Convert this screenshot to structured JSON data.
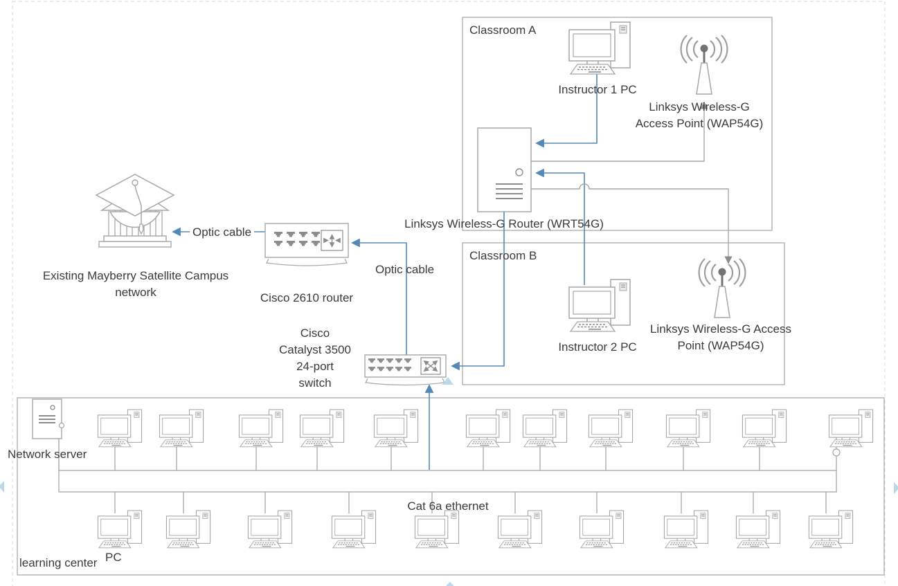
{
  "diagram_title": "Campus classroom network diagram",
  "colors": {
    "connector_blue": "#5388b8",
    "connector_gray": "#a6a6a6",
    "shape_stroke": "#a6a6a6",
    "shape_detail": "#8c8c8c",
    "text": "#3a3a3a",
    "pan_arrow_blue": "#b9d8ea",
    "page_border": "#d8d8d8"
  },
  "containers": {
    "classroom_a": {
      "label": "Classroom A"
    },
    "classroom_b": {
      "label": "Classroom B"
    },
    "learning_center": {
      "label": "learning center"
    }
  },
  "nodes": {
    "campus_network": {
      "label": "Existing Mayberry Satellite Campus\nnetwork",
      "icon": "university-building-icon"
    },
    "cisco_2610": {
      "label": "Cisco 2610 router",
      "icon": "router-icon"
    },
    "catalyst_switch": {
      "label": "Cisco\nCatalyst 3500\n24-port\nswitch",
      "icon": "switch-icon"
    },
    "wrt54g_router": {
      "label": "Linksys Wireless-G Router (WRT54G)",
      "icon": "wireless-router-icon"
    },
    "instructor1_pc": {
      "label": "Instructor 1 PC",
      "icon": "desktop-pc-icon"
    },
    "instructor2_pc": {
      "label": "Instructor 2 PC",
      "icon": "desktop-pc-icon"
    },
    "wap54g_a": {
      "label": "Linksys Wireless-G\nAccess Point (WAP54G)",
      "icon": "access-point-icon"
    },
    "wap54g_b": {
      "label": "Linksys Wireless-G Access\nPoint (WAP54G)",
      "icon": "access-point-icon"
    },
    "network_server": {
      "label": "Network server",
      "icon": "server-icon"
    },
    "generic_pc": {
      "label": "PC",
      "icon": "desktop-pc-icon"
    },
    "ethernet_bus": {
      "label": "Cat 6a ethernet"
    }
  },
  "edge_labels": {
    "optic_cable_1": "Optic cable",
    "optic_cable_2": "Optic cable",
    "cat6a_ethernet": "Cat 6a ethernet"
  },
  "edges": [
    {
      "from": "cisco_2610",
      "to": "campus_network",
      "label": "Optic cable",
      "color": "blue"
    },
    {
      "from": "catalyst_switch",
      "to": "cisco_2610",
      "label": "Optic cable",
      "color": "blue"
    },
    {
      "from": "wrt54g_router",
      "to": "catalyst_switch",
      "label": "",
      "color": "blue"
    },
    {
      "from": "ethernet_bus",
      "to": "catalyst_switch",
      "label": "Cat 6a ethernet",
      "color": "blue"
    },
    {
      "from": "instructor1_pc",
      "to": "wrt54g_router",
      "label": "",
      "color": "blue"
    },
    {
      "from": "instructor2_pc",
      "to": "wrt54g_router",
      "label": "",
      "color": "blue"
    },
    {
      "from": "wrt54g_router",
      "to": "wap54g_a",
      "label": "",
      "color": "gray"
    },
    {
      "from": "wrt54g_router",
      "to": "wap54g_b",
      "label": "",
      "color": "gray"
    },
    {
      "from": "network_server",
      "to": "ethernet_bus",
      "label": "",
      "color": "gray"
    }
  ],
  "counts": {
    "top_row_pcs": 11,
    "bottom_row_pcs": 10
  }
}
